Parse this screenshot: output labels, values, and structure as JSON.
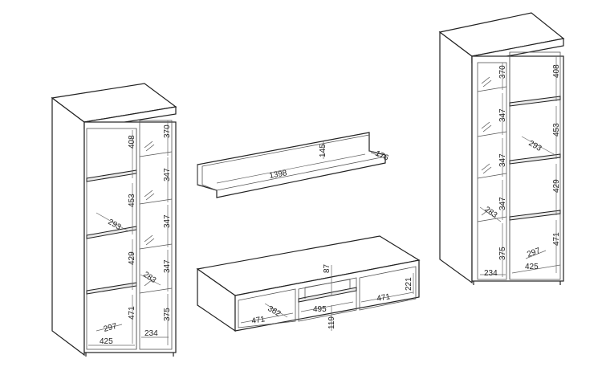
{
  "left_cabinet": {
    "open_column": {
      "h1": "408",
      "h2": "453",
      "h3": "429",
      "h4": "471",
      "depth": "293",
      "width": "425",
      "shelf_depth": "297"
    },
    "glass_column": {
      "h1": "370",
      "h2": "347",
      "h3": "347",
      "h4": "347",
      "h5": "375",
      "depth": "283",
      "width": "234"
    }
  },
  "wall_shelf": {
    "length": "1398",
    "height": "145",
    "depth": "176"
  },
  "tv_stand": {
    "top": "87",
    "height": "119",
    "left_w": "471",
    "left_d": "362",
    "mid_w": "495",
    "right_w": "471",
    "right_h": "221"
  },
  "right_cabinet": {
    "glass_column": {
      "h1": "370",
      "h2": "347",
      "h3": "347",
      "h4": "347",
      "h5": "375",
      "depth": "283",
      "width": "234"
    },
    "open_column": {
      "h1": "408",
      "h2": "453",
      "h3": "429",
      "h4": "471",
      "depth": "293",
      "width": "425",
      "shelf_depth": "297"
    }
  }
}
